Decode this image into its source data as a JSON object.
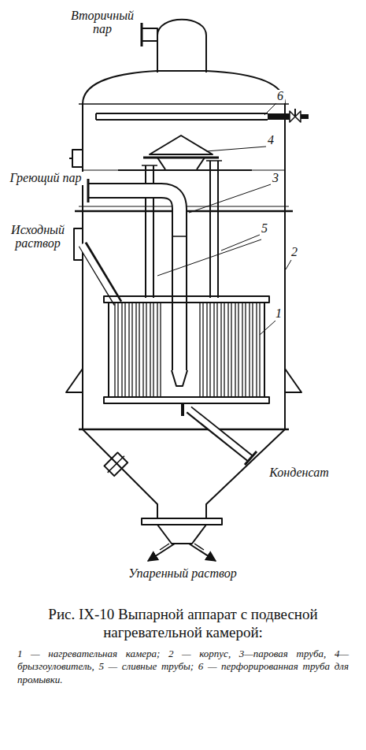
{
  "diagram": {
    "caption": "Рис. IX-10 Выпарной аппарат с подвесной нагревательной камерой:",
    "labels": [
      "Вторичный пар",
      "6",
      "4",
      "Греющий пар",
      "3",
      "Исходный раствор",
      "5",
      "2",
      "1",
      "Конденсат",
      "Упаренный раствор",
      "1 — нагревательная камера; 2 — корпус, 3—паровая труба, 4—брызгоуловитель, 5 — сливные трубы; 6 — перфорированная труба для промывки."
    ]
  }
}
